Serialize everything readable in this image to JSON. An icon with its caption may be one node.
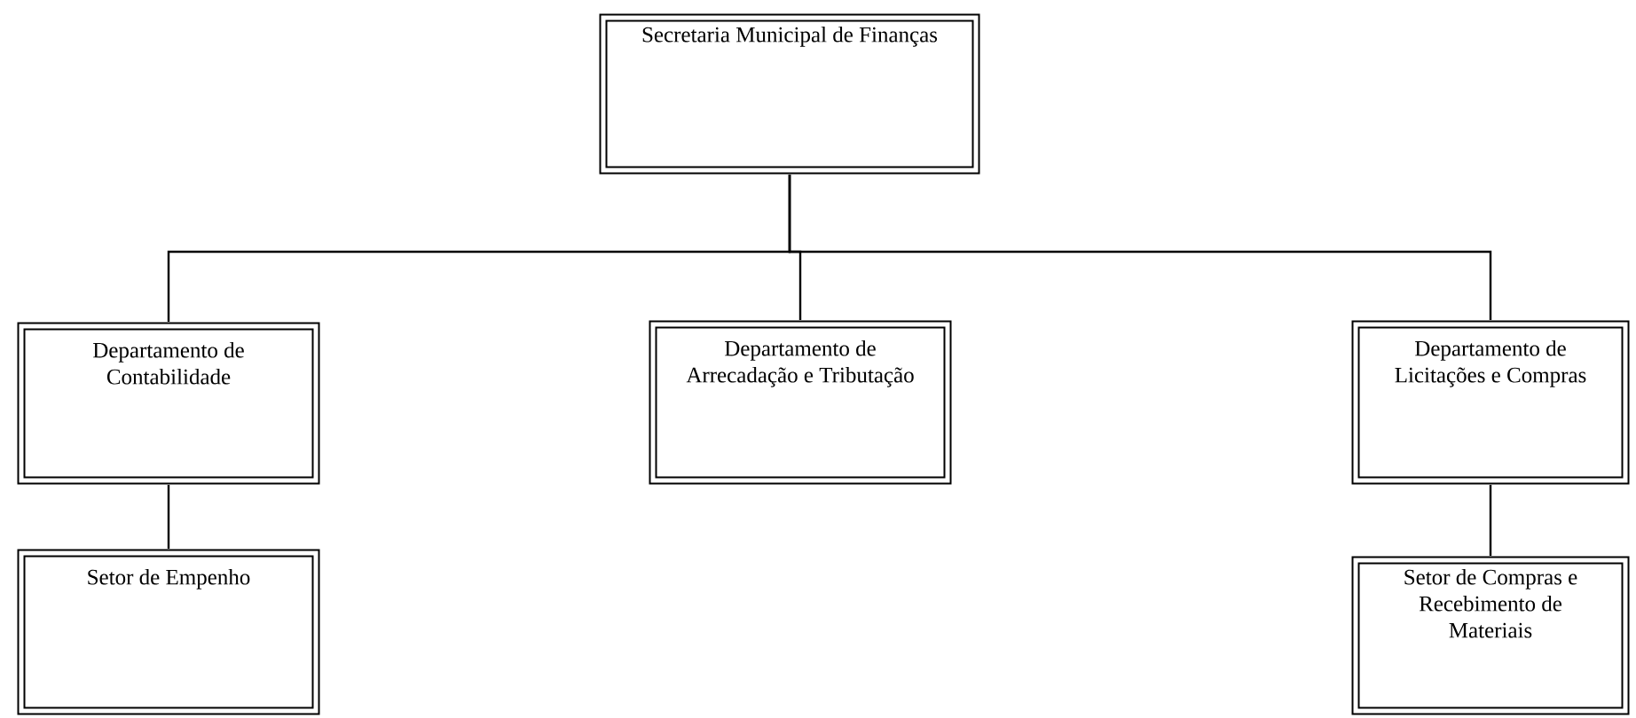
{
  "diagram": {
    "nodes": [
      {
        "text": [
          "Secretaria Municipal de Finanças"
        ]
      },
      {
        "text": [
          "Departamento de Contabilidade"
        ]
      },
      {
        "text": [
          "Departamento de Arrecadação e Tributação"
        ]
      },
      {
        "text": [
          "Departamento de Licitações e Compras"
        ]
      },
      {
        "text": [
          "Setor de Empenho"
        ]
      },
      {
        "text": [
          "Setor de Compras e Recebimento de Materiais"
        ]
      }
    ],
    "edges": [
      {
        "from": 0,
        "to": 1,
        "arrow": "none"
      },
      {
        "from": 0,
        "to": 2,
        "arrow": "none"
      },
      {
        "from": 0,
        "to": 3,
        "arrow": "none"
      },
      {
        "from": 1,
        "to": 4,
        "arrow": "none"
      },
      {
        "from": 3,
        "to": 5,
        "arrow": "none"
      }
    ]
  }
}
